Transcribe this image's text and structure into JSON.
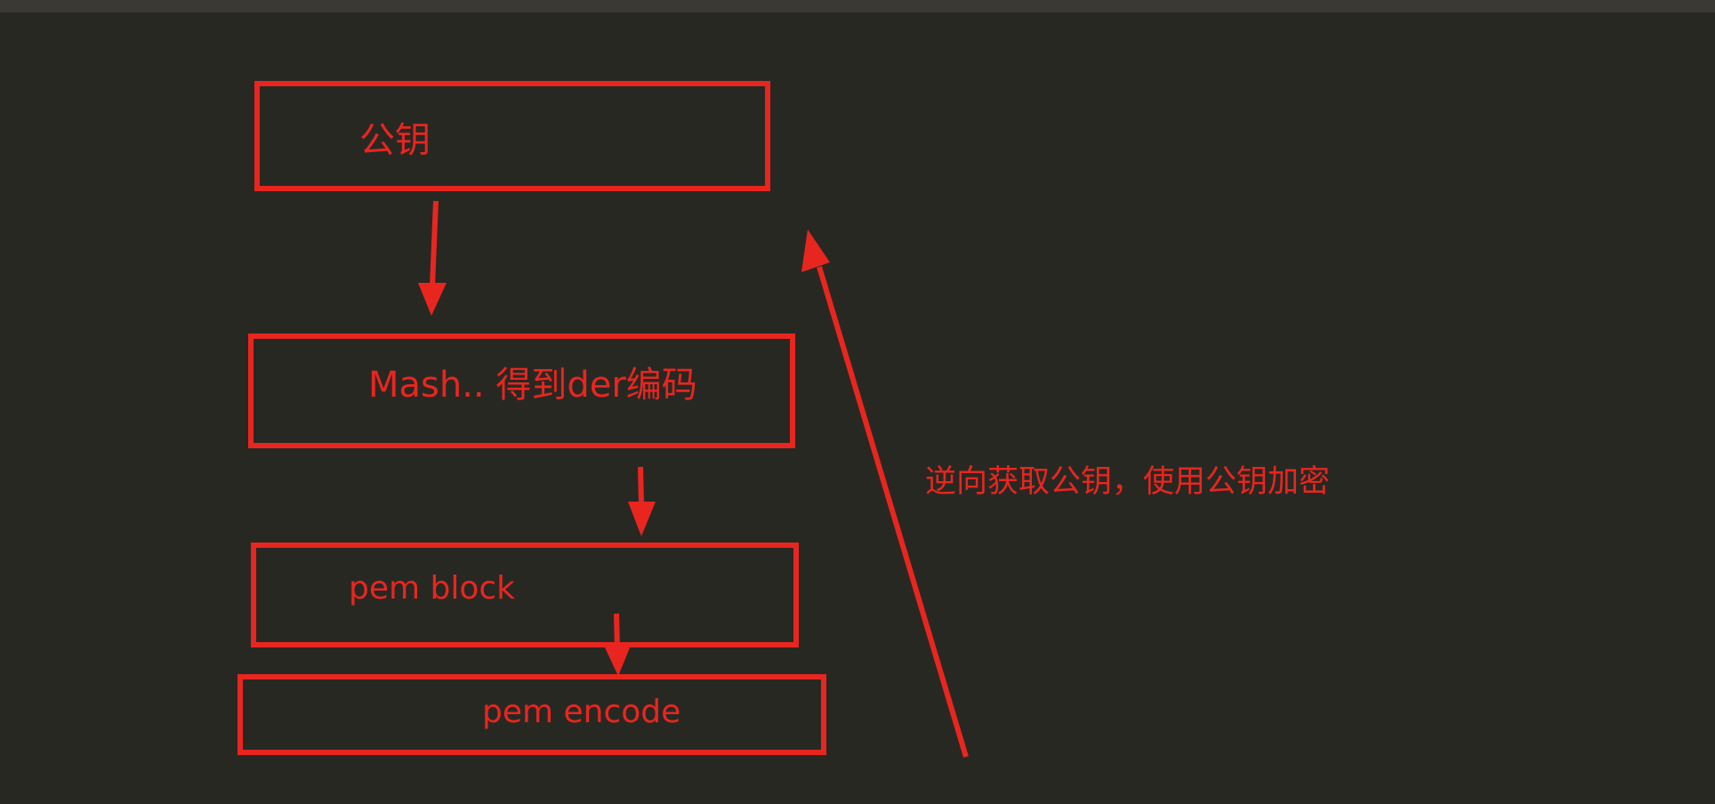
{
  "diagram": {
    "accent_color": "#e8261f",
    "background_color": "#282823",
    "boxes": [
      {
        "id": "pubkey",
        "label": "公钥"
      },
      {
        "id": "der",
        "label": "Mash.. 得到der编码"
      },
      {
        "id": "block",
        "label": "pem block"
      },
      {
        "id": "encode",
        "label": "pem encode"
      }
    ],
    "annotation": "逆向获取公钥，使用公钥加密"
  }
}
